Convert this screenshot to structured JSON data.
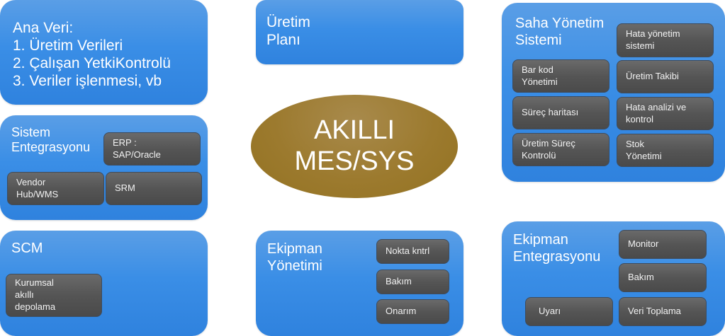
{
  "center": {
    "line1": "AKILLI",
    "line2": "MES/SYS"
  },
  "panels": {
    "ana_veri": {
      "title": "Ana Veri:",
      "items": [
        "1. Üretim Verileri",
        "2. Çalışan YetkiKontrolü",
        "3. Veriler işlenmesi, vb"
      ]
    },
    "uretim_plani": {
      "title": "Üretim\nPlanı"
    },
    "saha_yonetim": {
      "title": "Saha Yönetim\nSistemi",
      "chips": [
        "Hata yönetim\nsistemi",
        "Bar kod\nYönetimi",
        "Üretim Takibi",
        "Süreç haritası",
        "Hata analizi ve\nkontrol",
        "Üretim Süreç\nKontrolü",
        "Stok\nYönetimi"
      ]
    },
    "sistem_entegrasyonu": {
      "title": "Sistem\nEntegrasyonu",
      "chips": [
        "ERP :\nSAP/Oracle",
        "Vendor\nHub/WMS",
        "SRM"
      ]
    },
    "scm": {
      "title": "SCM",
      "chips": [
        "Kurumsal\nakıllı\ndepolama"
      ]
    },
    "ekipman_yonetimi": {
      "title": "Ekipman\nYönetimi",
      "chips": [
        "Nokta kntrl",
        "Bakım",
        "Onarım"
      ]
    },
    "ekipman_entegrasyonu": {
      "title": "Ekipman\nEntegrasyonu",
      "chips": [
        "Monitor",
        "Bakım",
        "Uyarı",
        "Veri Toplama"
      ]
    }
  }
}
